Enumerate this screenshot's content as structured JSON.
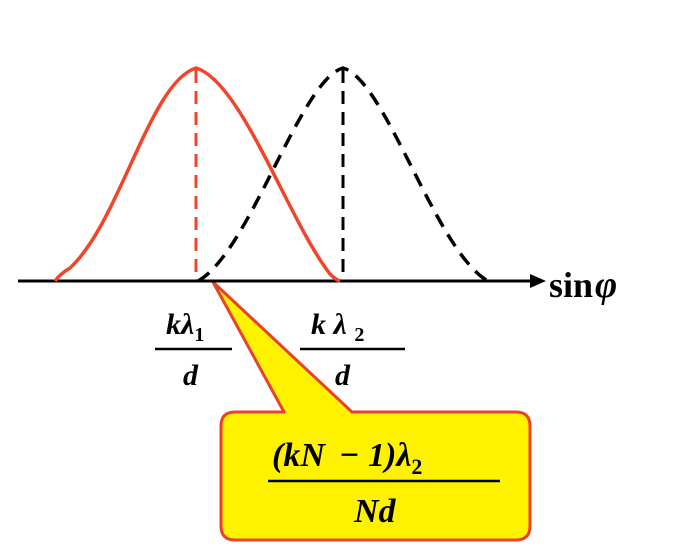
{
  "axis": {
    "label_func": "sin",
    "label_var": "φ"
  },
  "tick_left": {
    "numerator": "kλ",
    "subscript": "1",
    "denominator": "d"
  },
  "tick_right": {
    "numerator": "k λ ",
    "subscript": "2",
    "denominator": "d"
  },
  "callout": {
    "numerator_part1": "(kN",
    "numerator_part2": "− 1)λ",
    "subscript": "2",
    "denominator": "Nd"
  },
  "colors": {
    "solid_curve": "#f0452a",
    "dashed_curve": "#000000",
    "callout_fill": "#fff200",
    "callout_border": "#e8432a"
  }
}
